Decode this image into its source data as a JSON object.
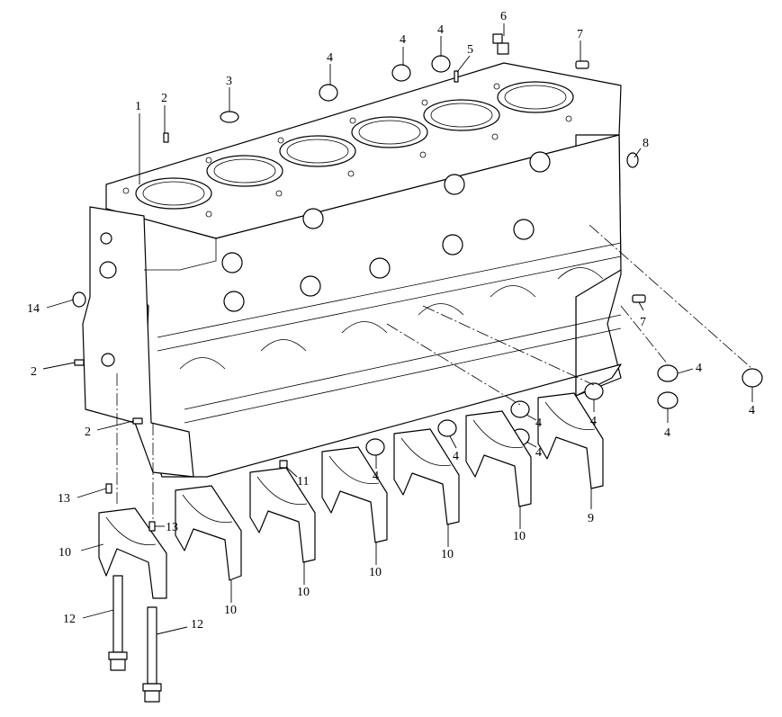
{
  "callouts": [
    {
      "id": "c1",
      "label": "1"
    },
    {
      "id": "c2a",
      "label": "2"
    },
    {
      "id": "c2b",
      "label": "2"
    },
    {
      "id": "c2c",
      "label": "2"
    },
    {
      "id": "c3",
      "label": "3"
    },
    {
      "id": "c4a",
      "label": "4"
    },
    {
      "id": "c4b",
      "label": "4"
    },
    {
      "id": "c4c",
      "label": "4"
    },
    {
      "id": "c4d",
      "label": "4"
    },
    {
      "id": "c4e",
      "label": "4"
    },
    {
      "id": "c4f",
      "label": "4"
    },
    {
      "id": "c4g",
      "label": "4"
    },
    {
      "id": "c4h",
      "label": "4"
    },
    {
      "id": "c4i",
      "label": "4"
    },
    {
      "id": "c4j",
      "label": "4"
    },
    {
      "id": "c4k",
      "label": "4"
    },
    {
      "id": "c4l",
      "label": "4"
    },
    {
      "id": "c5",
      "label": "5"
    },
    {
      "id": "c6",
      "label": "6"
    },
    {
      "id": "c7a",
      "label": "7"
    },
    {
      "id": "c7b",
      "label": "7"
    },
    {
      "id": "c8",
      "label": "8"
    },
    {
      "id": "c9",
      "label": "9"
    },
    {
      "id": "c10a",
      "label": "10"
    },
    {
      "id": "c10b",
      "label": "10"
    },
    {
      "id": "c10c",
      "label": "10"
    },
    {
      "id": "c10d",
      "label": "10"
    },
    {
      "id": "c10e",
      "label": "10"
    },
    {
      "id": "c10f",
      "label": "10"
    },
    {
      "id": "c11",
      "label": "11"
    },
    {
      "id": "c12a",
      "label": "12"
    },
    {
      "id": "c12b",
      "label": "12"
    },
    {
      "id": "c13a",
      "label": "13"
    },
    {
      "id": "c13b",
      "label": "13"
    },
    {
      "id": "c14",
      "label": "14"
    }
  ]
}
